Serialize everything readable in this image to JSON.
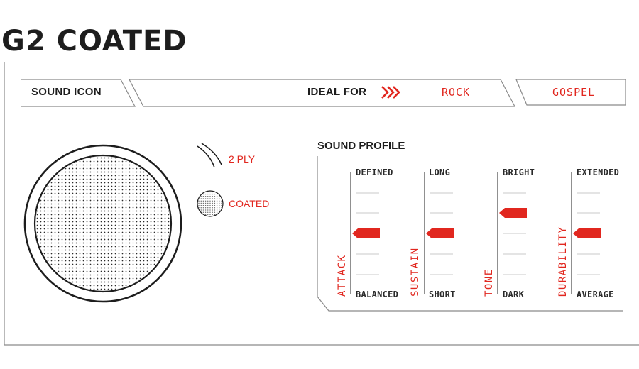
{
  "product": {
    "title": "G2 COATED"
  },
  "header": {
    "sound_icon_label": "SOUND ICON",
    "ideal_for_label": "IDEAL FOR",
    "genres": [
      "ROCK",
      "GOSPEL"
    ]
  },
  "features": [
    {
      "label": "2 PLY",
      "icon": "two-ply-icon"
    },
    {
      "label": "COATED",
      "icon": "coated-icon"
    }
  ],
  "sound_profile": {
    "title": "SOUND PROFILE",
    "scale_steps": 6,
    "axes": [
      {
        "name": "ATTACK",
        "top_label": "DEFINED",
        "bottom_label": "BALANCED",
        "level": 3
      },
      {
        "name": "SUSTAIN",
        "top_label": "LONG",
        "bottom_label": "SHORT",
        "level": 3
      },
      {
        "name": "TONE",
        "top_label": "BRIGHT",
        "bottom_label": "DARK",
        "level": 4
      },
      {
        "name": "DURABILITY",
        "top_label": "EXTENDED",
        "bottom_label": "AVERAGE",
        "level": 3
      }
    ]
  },
  "colors": {
    "accent": "#e1271f",
    "ink": "#1d1d1d",
    "line": "#8a8a8a"
  }
}
